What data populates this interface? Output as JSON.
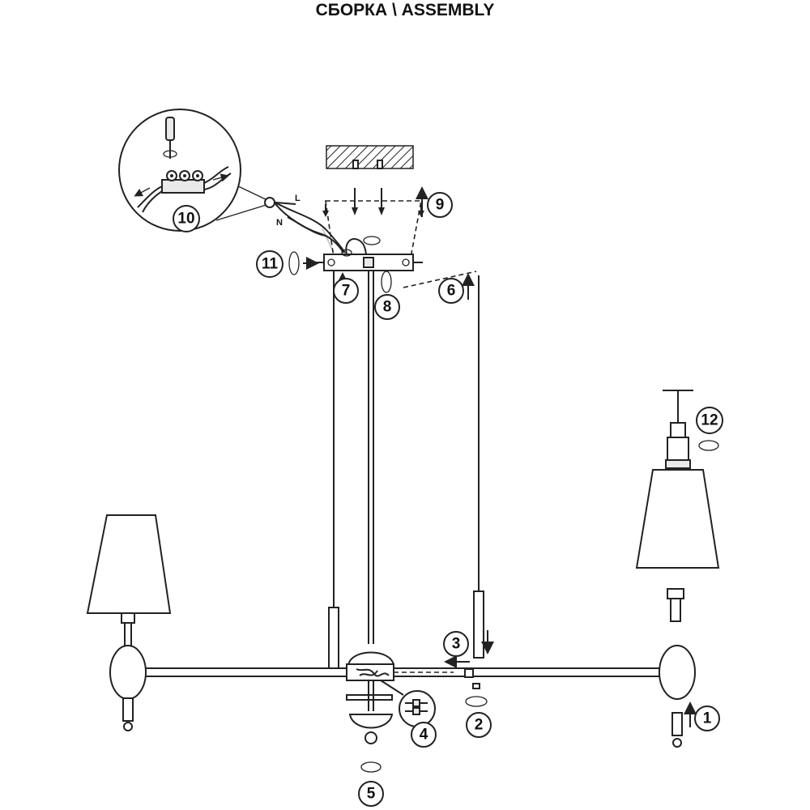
{
  "title": "СБОРКА \\ ASSEMBLY",
  "wire_labels": {
    "live": "L",
    "neutral": "N"
  },
  "steps": [
    "1",
    "2",
    "3",
    "4",
    "5",
    "6",
    "7",
    "8",
    "9",
    "10",
    "11",
    "12"
  ]
}
